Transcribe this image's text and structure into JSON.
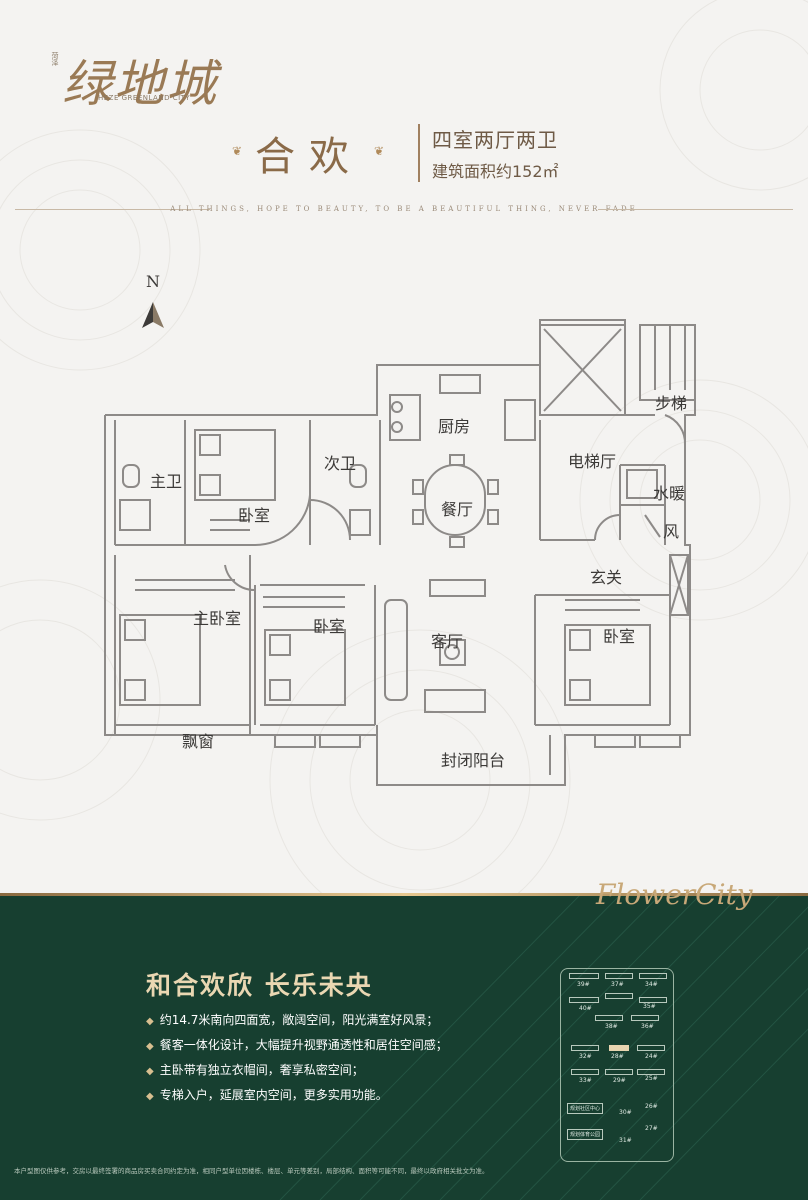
{
  "brand": {
    "name": "绿地城",
    "small_text": "菏泽",
    "subtitle": "HEZE GREENLAND CITY"
  },
  "header": {
    "name": "合欢",
    "layout_type": "四室两厅两卫",
    "area_text": "建筑面积约152㎡",
    "tagline": "ALL THINGS, HOPE TO BEAUTY, TO BE A BEAUTIFUL THING, NEVER FADE"
  },
  "compass": {
    "label": "N"
  },
  "rooms": {
    "master_bath": "主卫",
    "bedroom_top": "卧室",
    "second_bath": "次卫",
    "kitchen": "厨房",
    "dining": "餐厅",
    "elevator_hall": "电梯厅",
    "stairs": "步梯",
    "water_heating": "水暖",
    "wind": "风",
    "foyer": "玄关",
    "master_bedroom": "主卧室",
    "bedroom_mid": "卧室",
    "living_room": "客厅",
    "bedroom_right": "卧室",
    "bay_window": "飘窗",
    "enclosed_balcony": "封闭阳台"
  },
  "footer": {
    "brand_script": "FlowerCity",
    "slogan": "和合欢欣  长乐未央",
    "features": [
      "约14.7米南向四面宽，敞阔空间，阳光满室好风景；",
      "餐客一体化设计，大幅提升视野通透性和居住空间感；",
      "主卧带有独立衣帽间，奢享私密空间；",
      "专梯入户，延展室内空间，更多实用功能。"
    ],
    "disclaimer": "本户型图仅供参考，交房以最终签署的商品房买卖合同约定为准，相同户型单位因楼栋、楼层、单元等差别，局部结构、面积等可能不同，最终以政府相关批文为准。",
    "site_buildings": [
      "39#",
      "37#",
      "34#",
      "40#",
      "35#",
      "38#",
      "36#",
      "32#",
      "28#",
      "24#",
      "33#",
      "29#",
      "25#",
      "30#",
      "26#",
      "31#",
      "27#"
    ],
    "site_labels": [
      "规划社区中心",
      "规划体育公园"
    ]
  },
  "colors": {
    "gold": "#9a7a55",
    "green": "#173f30",
    "cream": "#f4f3f1"
  }
}
